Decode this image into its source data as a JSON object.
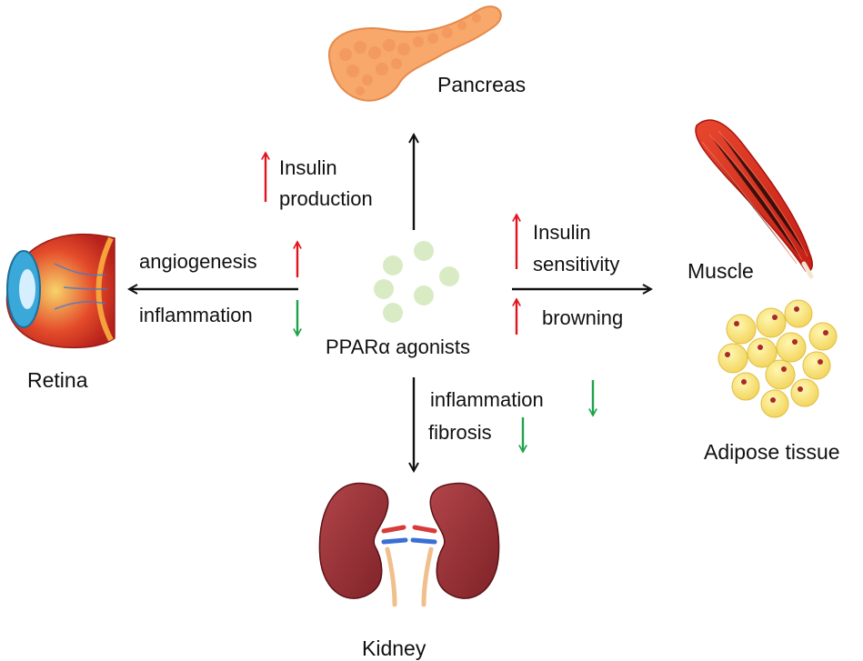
{
  "center": {
    "label": "PPARα agonists"
  },
  "organs": {
    "pancreas": "Pancreas",
    "muscle": "Muscle",
    "adipose": "Adipose tissue",
    "retina": "Retina",
    "kidney": "Kidney"
  },
  "effects": {
    "pancreas": [
      {
        "text": "Insulin\nproduction",
        "direction": "up"
      }
    ],
    "retina": [
      {
        "text": "angiogenesis",
        "direction": "up"
      },
      {
        "text": "inflammation",
        "direction": "down"
      }
    ],
    "muscle_adipose": [
      {
        "text": "Insulin\nsensitivity",
        "direction": "up"
      },
      {
        "text": "browning",
        "direction": "up"
      }
    ],
    "kidney": [
      {
        "text": "inflammation",
        "direction": "down"
      },
      {
        "text": "fibrosis",
        "direction": "down"
      }
    ]
  },
  "colors": {
    "up": "#e0141e",
    "down": "#1ea34a",
    "arrow": "#111111",
    "center_circles": "#d9ebc4"
  }
}
